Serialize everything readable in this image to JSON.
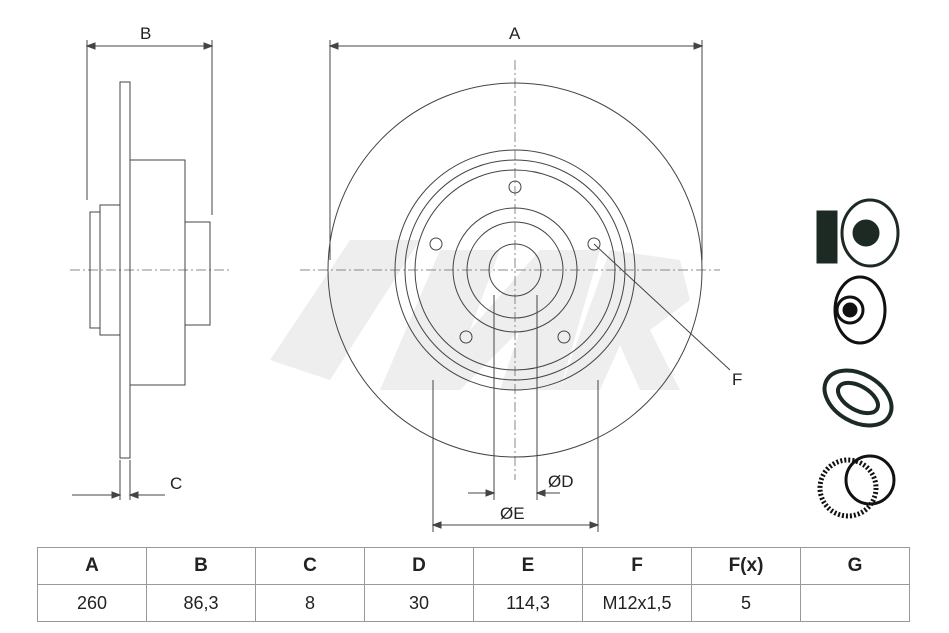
{
  "labels": {
    "A": "A",
    "B": "B",
    "C": "C",
    "D": "ØD",
    "E": "ØE",
    "F": "F"
  },
  "icons": [
    "spray-disc-icon",
    "brake-disc-icon",
    "wheel-bearing-icon",
    "abs-ring-icon"
  ],
  "table": {
    "headers": [
      "A",
      "B",
      "C",
      "D",
      "E",
      "F",
      "F(x)",
      "G"
    ],
    "values": [
      "260",
      "86,3",
      "8",
      "30",
      "114,3",
      "M12x1,5",
      "5",
      ""
    ]
  }
}
